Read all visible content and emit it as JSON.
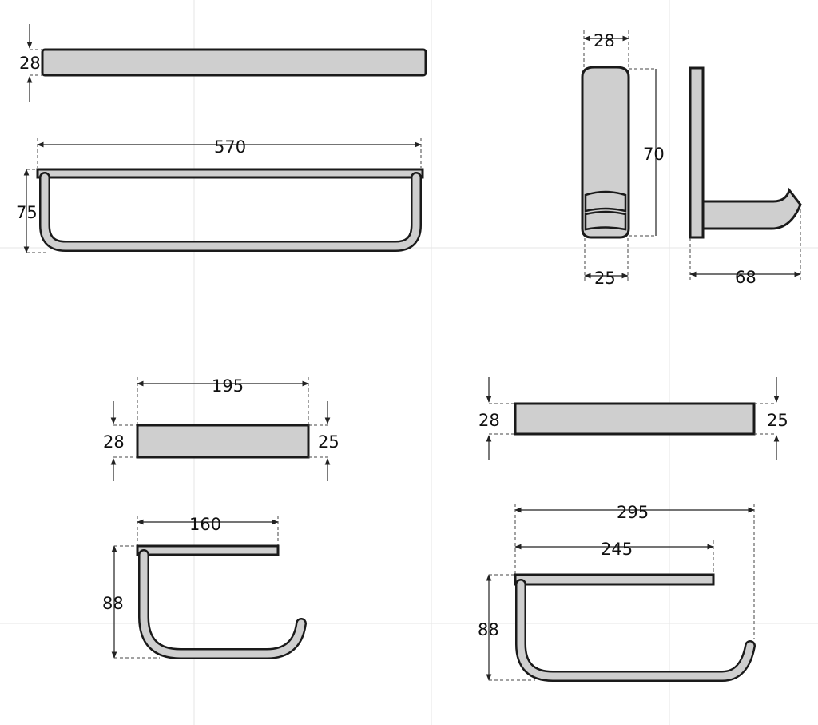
{
  "dimensions": {
    "towel_bar_depth": "28",
    "towel_bar_width": "570",
    "towel_bar_height": "75",
    "hook_width_top": "28",
    "hook_height": "70",
    "hook_width_bottom": "25",
    "hook_projection": "68",
    "small_holder_width": "195",
    "small_holder_depth_left": "28",
    "small_holder_depth_right": "25",
    "small_holder_arm_width": "160",
    "small_holder_height": "88",
    "large_holder_depth_left": "28",
    "large_holder_depth_right": "25",
    "large_holder_overall_width": "295",
    "large_holder_arm_width": "245",
    "large_holder_height": "88"
  },
  "colors": {
    "line": "#1a1a1a",
    "fill": "#cfcfcf",
    "background": "#ffffff"
  }
}
